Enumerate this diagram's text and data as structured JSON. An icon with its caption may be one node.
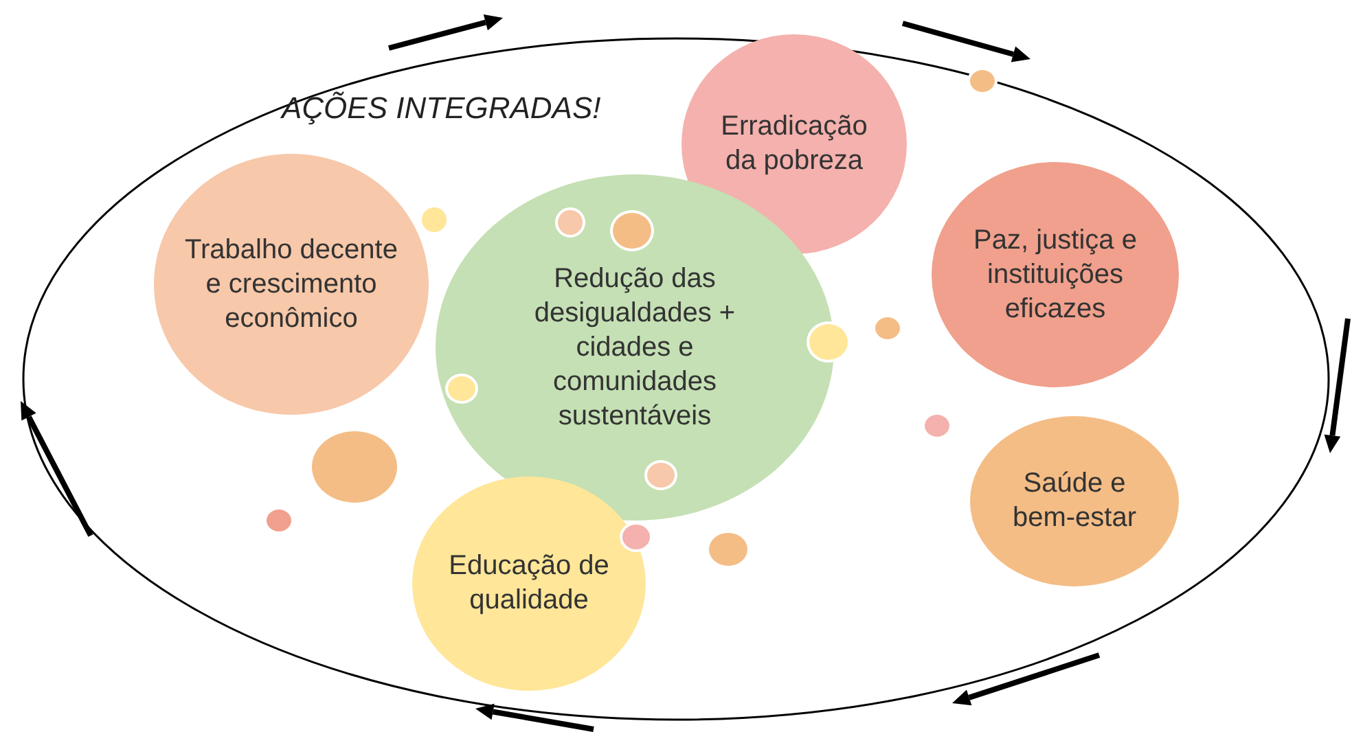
{
  "diagram": {
    "nodes": [
      {
        "text": [
          "AÇÕES INTEGRADAS!"
        ]
      },
      {
        "text": [
          "Erradicação da pobreza"
        ],
        "in": 0
      },
      {
        "text": [
          "Trabalho decente e crescimento econômico"
        ],
        "in": 0
      },
      {
        "text": [
          "Redução das desigualdades + cidades e comunidades sustentáveis"
        ],
        "in": 0
      },
      {
        "text": [
          "Paz, justiça e instituições eficazes"
        ],
        "in": 0
      },
      {
        "text": [
          "Saúde e bem-estar"
        ],
        "in": 0
      },
      {
        "text": [
          "Educação de qualidade"
        ],
        "in": 0
      },
      {
        "text": [],
        "shape": "circle",
        "in": 0
      },
      {
        "text": [],
        "shape": "circle",
        "in": 0
      },
      {
        "text": [],
        "shape": "circle",
        "in": 3
      },
      {
        "text": [],
        "shape": "circle",
        "in": 3
      },
      {
        "text": [],
        "shape": "circle",
        "in": 0
      },
      {
        "text": [],
        "shape": "circle",
        "in": 0
      },
      {
        "text": [],
        "shape": "circle",
        "in": 3
      },
      {
        "text": [],
        "shape": "circle",
        "in": 0
      },
      {
        "text": [],
        "shape": "circle",
        "in": 0
      },
      {
        "text": [],
        "shape": "circle",
        "in": 3
      },
      {
        "text": [],
        "shape": "circle",
        "in": 0
      },
      {
        "text": [],
        "shape": "circle",
        "in": 0
      },
      {
        "text": [],
        "shape": "circle",
        "in": 0
      }
    ],
    "edges": []
  }
}
